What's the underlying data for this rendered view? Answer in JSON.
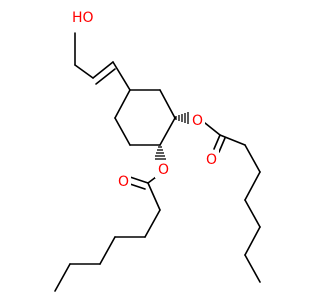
{
  "molecule": {
    "atom_labels": {
      "hydroxyl": "HO",
      "ester_oxygen_upper": "O",
      "carbonyl_oxygen_upper": "O",
      "ester_oxygen_lower": "O",
      "carbonyl_oxygen_lower": "O"
    },
    "colors": {
      "bond": "#000000",
      "oxygen": "#ff0000",
      "background": "#ffffff"
    }
  }
}
